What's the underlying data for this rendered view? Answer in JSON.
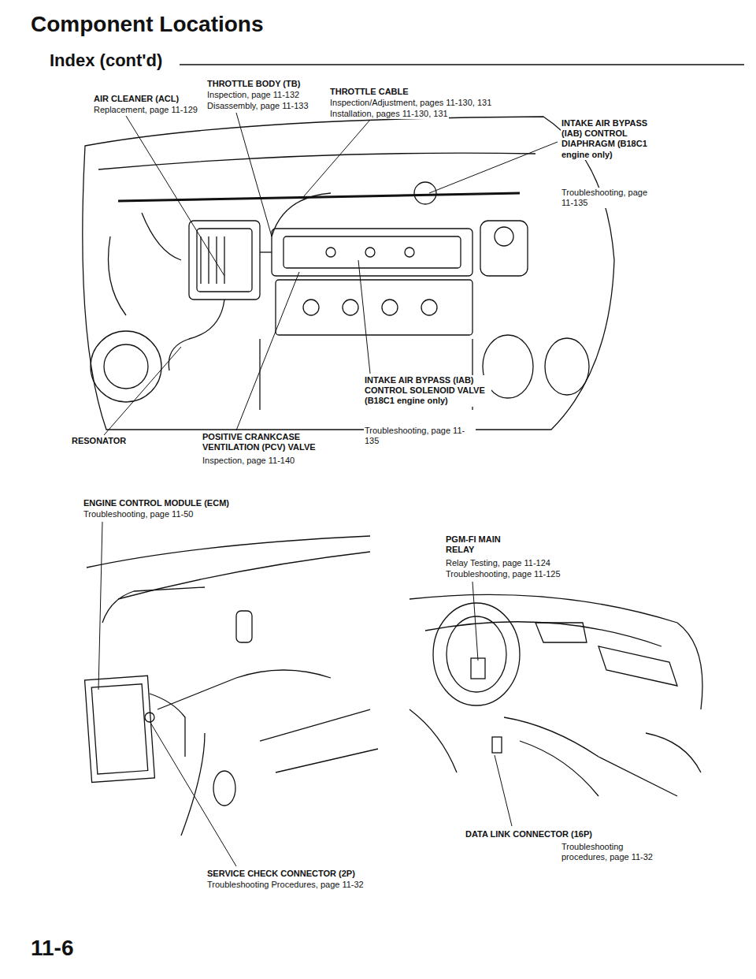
{
  "diagram": {
    "title": "Component Locations",
    "labels": [
      "Index (cont'd)",
      "THROTTLE BODY (TB)",
      "Inspection, page 11-132",
      "Disassembly, page 11-133",
      "THROTTLE CABLE",
      "Inspection/Adjustment, pages 11-130, 131",
      "Installation, pages 11-130, 131",
      "AIR CLEANER (ACL)",
      "Replacement, page 11-129",
      "INTAKE AIR BYPASS (IAB) CONTROL DIAPHRAGM (B18C1 engine only)",
      "Troubleshooting, page 11-135",
      "RESONATOR",
      "POSITIVE CRANKCASE VENTILATION (PCV) VALVE",
      "Inspection, page 11-140",
      "INTAKE AIR BYPASS (IAB) CONTROL SOLENOID VALVE (B18C1 engine only)",
      "Troubleshooting, page 11-135",
      "ENGINE CONTROL MODULE (ECM)",
      "Troubleshooting, page 11-50",
      "PGM-FI MAIN RELAY",
      "Relay Testing, page 11-124",
      "Troubleshooting, page 11-125",
      "DATA LINK CONNECTOR (16P)",
      "Troubleshooting procedures, page 11-32",
      "SERVICE CHECK CONNECTOR (2P)",
      "Troubleshooting Procedures, page 11-32",
      "11-6"
    ]
  }
}
